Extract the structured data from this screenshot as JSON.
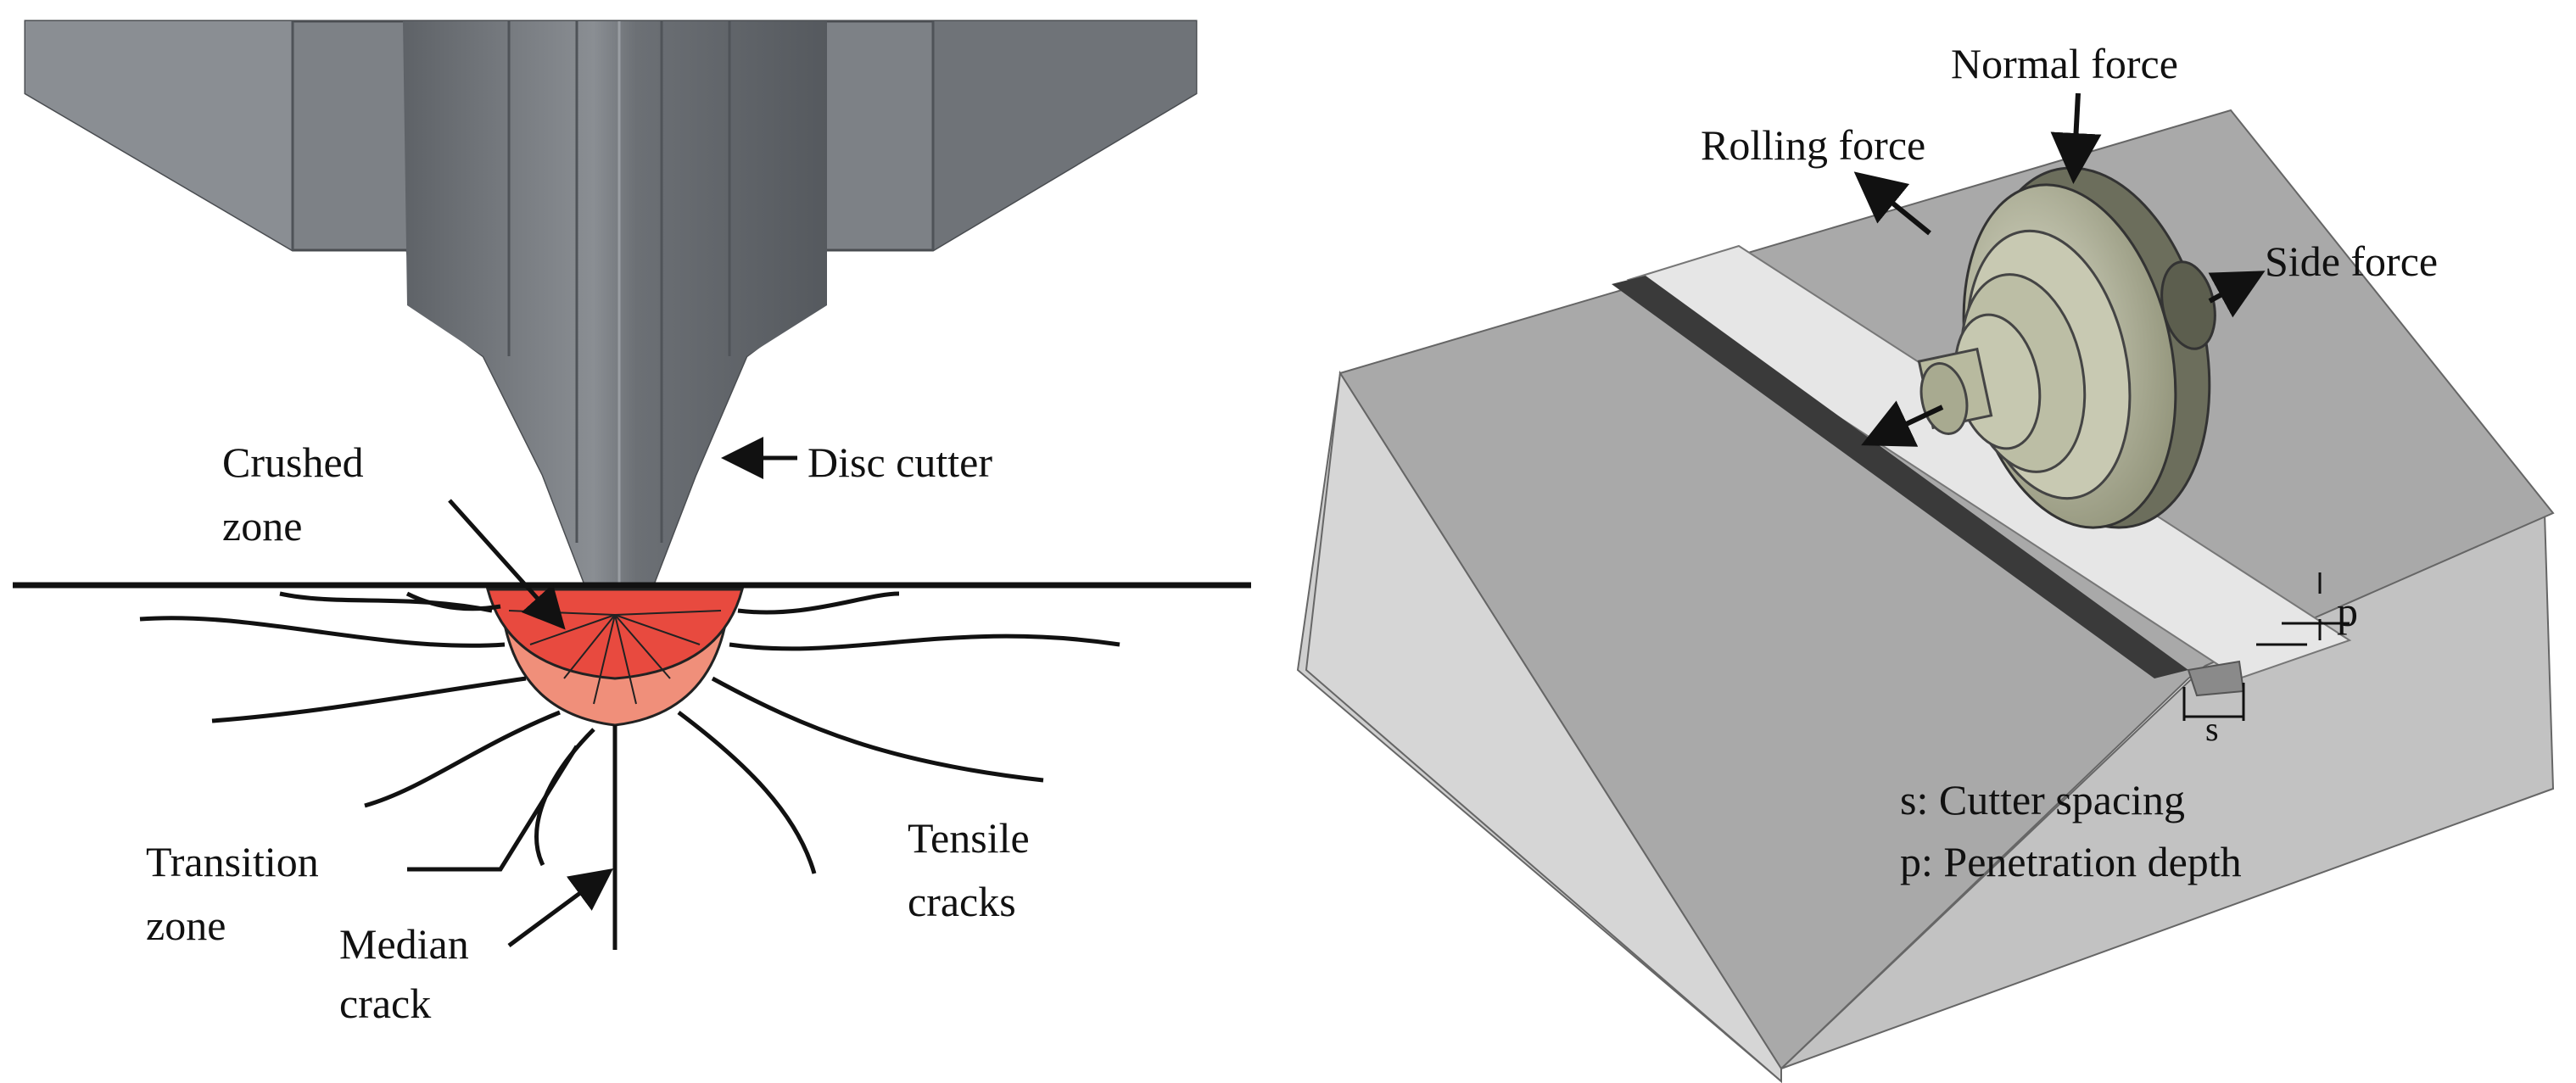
{
  "left_panel": {
    "labels": {
      "crushed_zone": [
        "Crushed",
        "zone"
      ],
      "disc_cutter": "Disc cutter",
      "transition_zone": [
        "Transition",
        "zone"
      ],
      "median_crack": [
        "Median",
        "crack"
      ],
      "tensile_cracks": [
        "Tensile",
        "cracks"
      ]
    }
  },
  "right_panel": {
    "labels": {
      "normal_force": "Normal force",
      "rolling_force": "Rolling force",
      "side_force": "Side force",
      "p_symbol": "p",
      "s_symbol": "s"
    },
    "legend": {
      "line1": "s: Cutter spacing",
      "line2": "p: Penetration depth"
    }
  },
  "colors": {
    "cutter_gray": "#7d8186",
    "crushed_zone_red": "#e84a3f",
    "transition_zone_salmon": "#f08f7a",
    "block_top": "#a9a9a9",
    "block_side": "#cfcfcf",
    "groove_light": "#e6e6e6",
    "groove_dark": "#3a3a3a",
    "disc_olive": "#b4b69a"
  }
}
